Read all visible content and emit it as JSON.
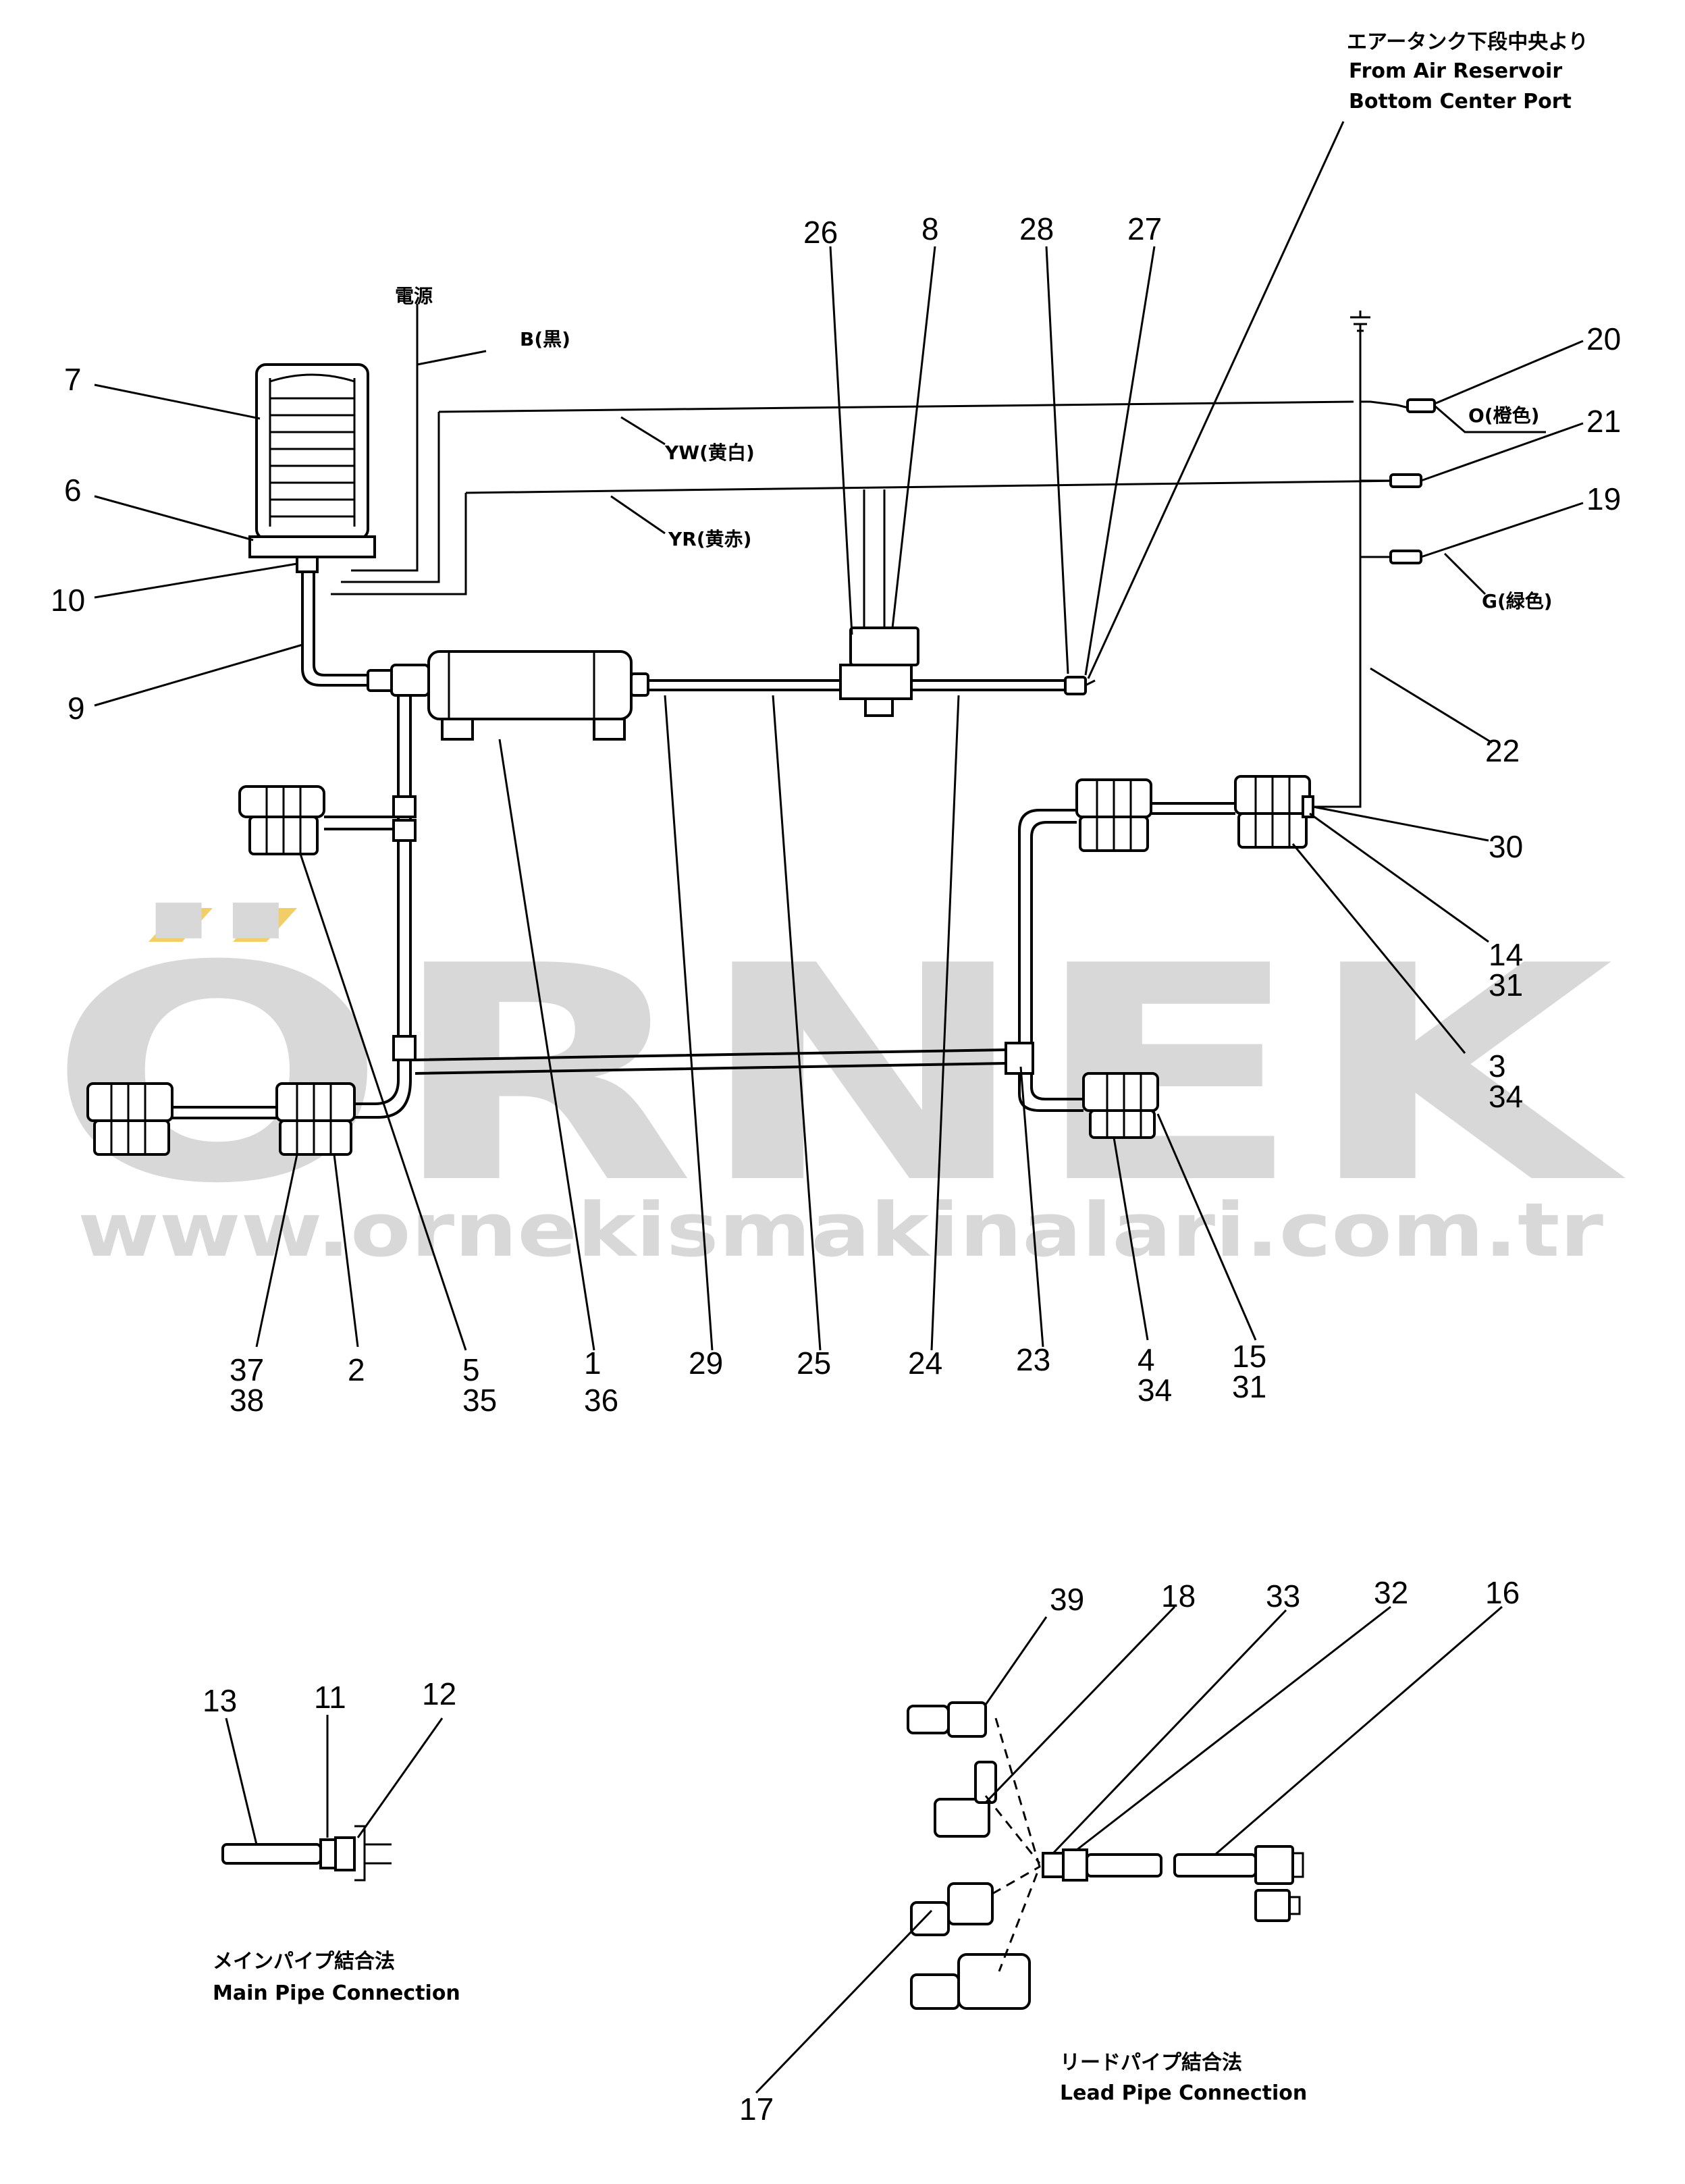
{
  "watermark": {
    "brand": "ÖRNEK",
    "url": "www.ornekismakinalari.com.tr",
    "accent_color": "#f2cf66",
    "text_color": "#d8d8d8"
  },
  "air_source_note": {
    "jp": "エアータンク下段中央より",
    "en_line1": "From Air Reservoir",
    "en_line2": "Bottom Center Port"
  },
  "wire_labels": {
    "b": "B(黒)",
    "top": "電源",
    "yw": "YW(黄白)",
    "yr": "YR(黄赤)",
    "o": "O(橙色)",
    "g": "G(緑色)"
  },
  "callouts_main": {
    "c1": "1",
    "c2": "2",
    "c3": "3",
    "c4": "4",
    "c5": "5",
    "c6": "6",
    "c7": "7",
    "c8": "8",
    "c9": "9",
    "c10": "10",
    "c14": "14",
    "c15": "15",
    "c19": "19",
    "c20": "20",
    "c21": "21",
    "c22": "22",
    "c23": "23",
    "c24": "24",
    "c25": "25",
    "c26": "26",
    "c27": "27",
    "c28": "28",
    "c29": "29",
    "c30": "30",
    "c31a": "31",
    "c31b": "31",
    "c34a": "34",
    "c34b": "34",
    "c35": "35",
    "c36": "36",
    "c37": "37",
    "c38": "38"
  },
  "main_pipe_connection": {
    "title_jp": "メインパイプ結合法",
    "title_en": "Main Pipe Connection",
    "callouts": {
      "c11": "11",
      "c12": "12",
      "c13": "13"
    }
  },
  "lead_pipe_connection": {
    "title_jp": "リードパイプ結合法",
    "title_en": "Lead Pipe Connection",
    "callouts": {
      "c16": "16",
      "c17": "17",
      "c18": "18",
      "c32": "32",
      "c33": "33",
      "c39": "39"
    }
  }
}
